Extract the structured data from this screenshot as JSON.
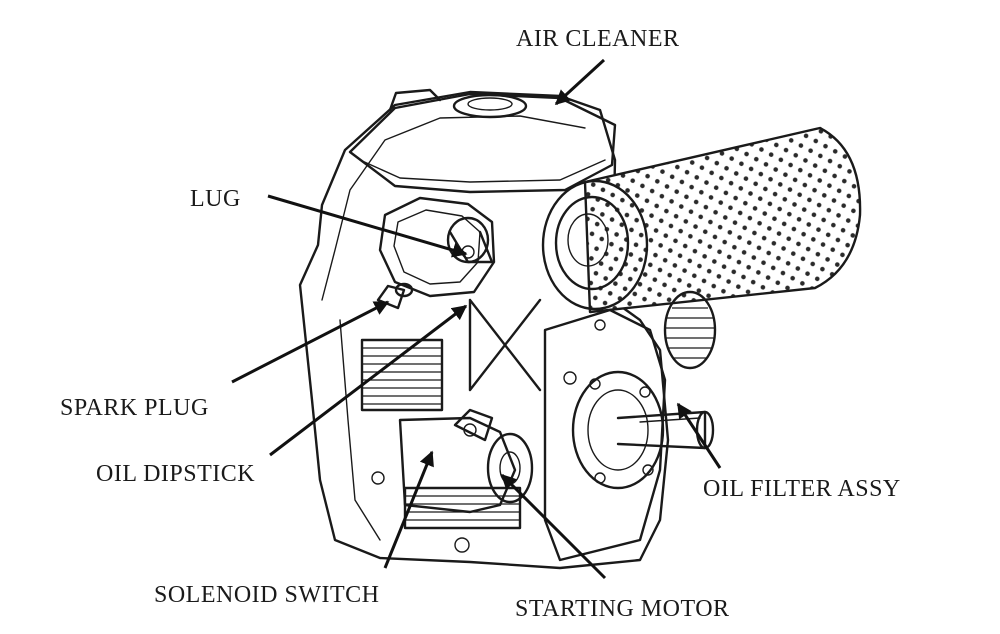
{
  "diagram": {
    "labels": {
      "air_cleaner": "AIR CLEANER",
      "lug": "LUG",
      "spark_plug": "SPARK PLUG",
      "oil_dipstick": "OIL DIPSTICK",
      "solenoid_switch": "SOLENOID SWITCH",
      "starting_motor": "STARTING MOTOR",
      "oil_filter_assy": "OIL FILTER ASSY"
    },
    "colors": {
      "line": "#1a1a1a",
      "background": "#ffffff"
    }
  }
}
